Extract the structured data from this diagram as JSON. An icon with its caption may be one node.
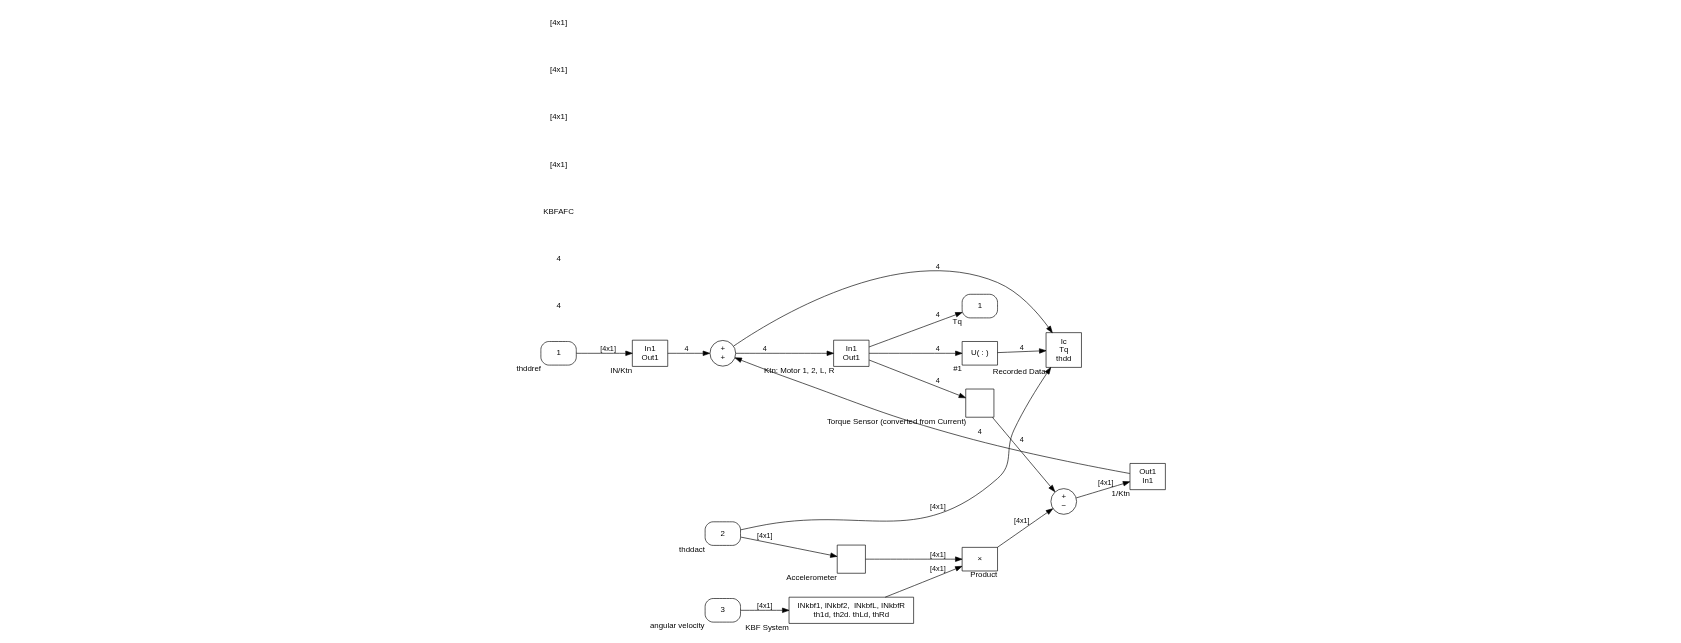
{
  "diagram": {
    "nodes": [
      {
        "text": [
          "1"
        ],
        "beside": [
          "thddref"
        ]
      },
      {
        "text": [
          "In1",
          "Out1"
        ],
        "beside": [
          "IN/Ktn"
        ]
      },
      {
        "text": [
          "+",
          "+"
        ]
      },
      {
        "text": [
          "In1",
          "Out1"
        ],
        "beside": [
          "Ktn: Motor 1, 2, L, R"
        ]
      },
      {
        "text": [
          "U( : )"
        ],
        "beside": [
          "#1"
        ]
      },
      {
        "text": [
          "1"
        ],
        "beside": [
          "Tq"
        ]
      },
      {
        "text": [
          "Ic",
          "Tq",
          "thdd"
        ],
        "beside": [
          "Recorded Data"
        ]
      },
      {
        "text": [
          "Out1",
          "In1"
        ],
        "beside": [
          "1/Ktn"
        ]
      },
      {
        "text": [],
        "shape": "box",
        "beside": [
          "Torque Sensor (converted from Current)"
        ]
      },
      {
        "text": [
          "+",
          "−"
        ]
      },
      {
        "text": [
          "×"
        ],
        "beside": [
          "Product"
        ]
      },
      {
        "text": [],
        "shape": "box",
        "beside": [
          "Accelerometer"
        ]
      },
      {
        "text": [
          "2"
        ],
        "beside": [
          "thddact"
        ]
      },
      {
        "text": [
          "INkbf1, INkbf2,  INkbfL, INkbfR",
          "th1d, th2d. thLd, thRd"
        ],
        "beside": [
          "KBF System"
        ]
      },
      {
        "text": [
          "3"
        ],
        "beside": [
          "angular velocity"
        ]
      }
    ],
    "edges": [
      {
        "from": 0,
        "to": 1,
        "arrow": "to",
        "label": "[4x1]"
      },
      {
        "from": 1,
        "to": 2,
        "arrow": "to",
        "label": "4"
      },
      {
        "from": 2,
        "to": 3,
        "arrow": "to",
        "label": "4"
      },
      {
        "from": 2,
        "to": 6,
        "arrow": "to",
        "label": "4"
      },
      {
        "from": 3,
        "to": 4,
        "arrow": "to",
        "label": "4"
      },
      {
        "from": 3,
        "to": 5,
        "arrow": "to",
        "label": "4"
      },
      {
        "from": 3,
        "to": 8,
        "arrow": "to",
        "label": "4"
      },
      {
        "from": 4,
        "to": 6,
        "arrow": "to",
        "label": "4"
      },
      {
        "from": 7,
        "to": 2,
        "arrow": "to",
        "label": "4"
      },
      {
        "from": 8,
        "to": 9,
        "arrow": "to",
        "label": "4"
      },
      {
        "from": 10,
        "to": 9,
        "arrow": "to",
        "label": "[4x1]"
      },
      {
        "from": 9,
        "to": 7,
        "arrow": "to",
        "label": "[4x1]"
      },
      {
        "from": 11,
        "to": 10,
        "arrow": "to",
        "label": "[4x1]"
      },
      {
        "from": 13,
        "to": 10,
        "arrow": "to",
        "label": "[4x1]"
      },
      {
        "from": 12,
        "to": 11,
        "arrow": "to",
        "label": "[4x1]"
      },
      {
        "from": 12,
        "to": 6,
        "arrow": "to",
        "label": "[4x1]"
      },
      {
        "from": 14,
        "to": 13,
        "arrow": "to",
        "label": "[4x1]"
      }
    ],
    "labels": [
      "4",
      "4",
      "KBFAFC",
      "[4x1]",
      "[4x1]",
      "[4x1]",
      "[4x1]"
    ]
  }
}
